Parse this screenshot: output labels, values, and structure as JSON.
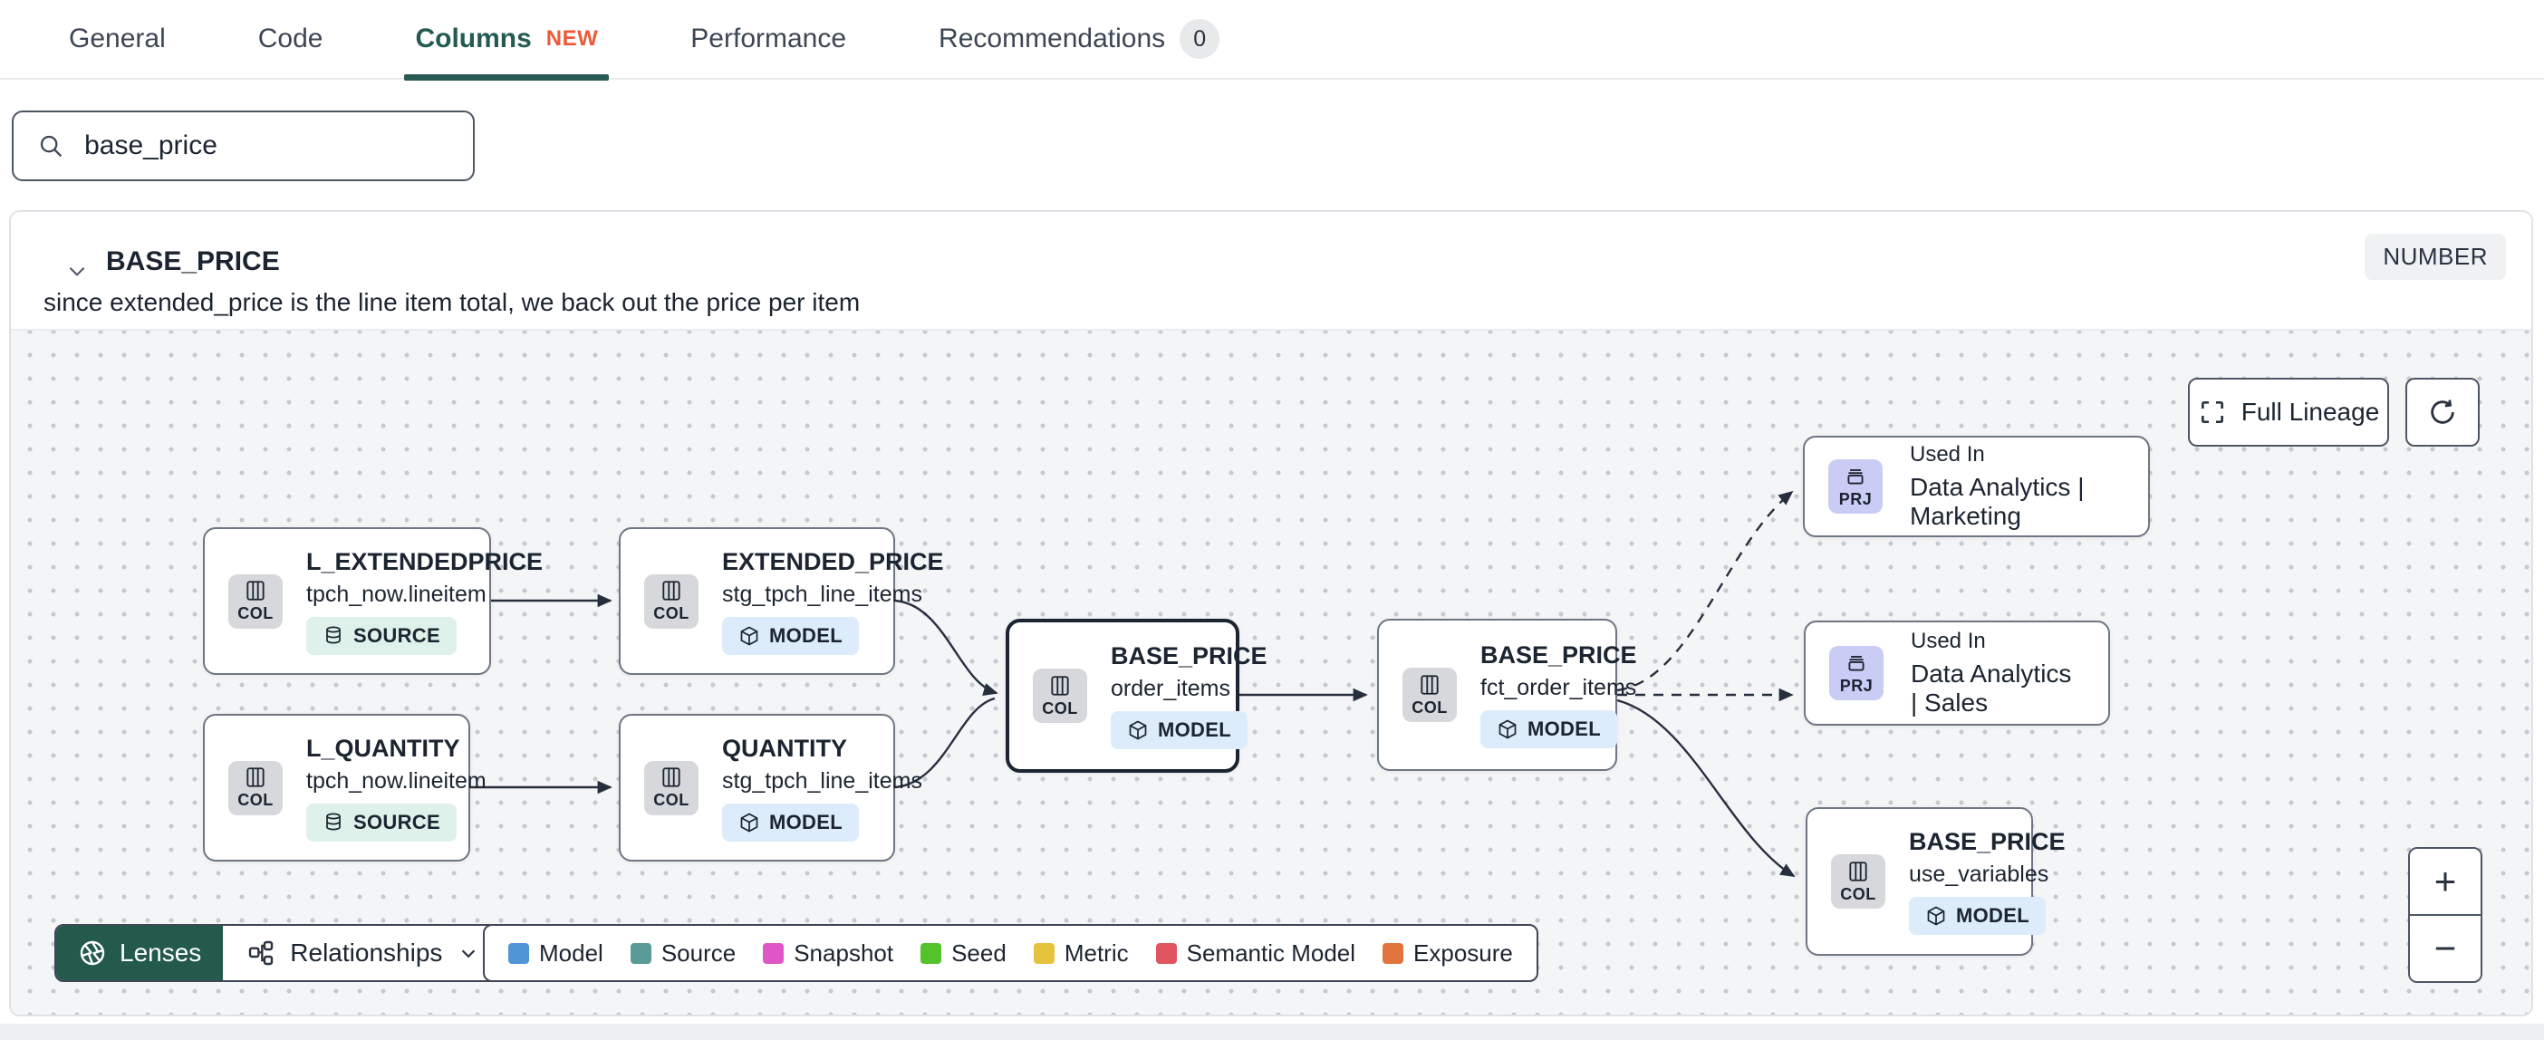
{
  "tabs": {
    "general": "General",
    "code": "Code",
    "columns": "Columns",
    "columns_badge": "NEW",
    "performance": "Performance",
    "recommendations": "Recommendations",
    "recommendations_count": "0"
  },
  "search": {
    "value": "base_price"
  },
  "column_card": {
    "name": "BASE_PRICE",
    "type_badge": "NUMBER",
    "description": "since extended_price is the line item total, we back out the price per item"
  },
  "lineage": {
    "controls": {
      "full_lineage": "Full Lineage",
      "zoom_in": "+",
      "zoom_out": "−"
    },
    "toolbar": {
      "lenses": "Lenses",
      "relationships": "Relationships"
    },
    "legend": [
      {
        "label": "Model",
        "color": "#4f96d7"
      },
      {
        "label": "Source",
        "color": "#5b9b97"
      },
      {
        "label": "Snapshot",
        "color": "#df57c6"
      },
      {
        "label": "Seed",
        "color": "#53c22b"
      },
      {
        "label": "Metric",
        "color": "#e6c33c"
      },
      {
        "label": "Semantic Model",
        "color": "#e0555f"
      },
      {
        "label": "Exposure",
        "color": "#e2753d"
      }
    ],
    "nodes": [
      {
        "kind": "COL",
        "title": "L_EXTENDEDPRICE",
        "subtitle": "tpch_now.lineitem",
        "badge": "SOURCE"
      },
      {
        "kind": "COL",
        "title": "EXTENDED_PRICE",
        "subtitle": "stg_tpch_line_items",
        "badge": "MODEL"
      },
      {
        "kind": "COL",
        "title": "L_QUANTITY",
        "subtitle": "tpch_now.lineitem",
        "badge": "SOURCE"
      },
      {
        "kind": "COL",
        "title": "QUANTITY",
        "subtitle": "stg_tpch_line_items",
        "badge": "MODEL"
      },
      {
        "kind": "COL",
        "title": "BASE_PRICE",
        "subtitle": "order_items",
        "badge": "MODEL",
        "selected": true
      },
      {
        "kind": "COL",
        "title": "BASE_PRICE",
        "subtitle": "fct_order_items",
        "badge": "MODEL"
      },
      {
        "kind": "PRJ",
        "title": "Used In",
        "subtitle": "Data Analytics | Marketing"
      },
      {
        "kind": "PRJ",
        "title": "Used In",
        "subtitle": "Data Analytics | Sales"
      },
      {
        "kind": "COL",
        "title": "BASE_PRICE",
        "subtitle": "use_variables",
        "badge": "MODEL"
      }
    ]
  }
}
